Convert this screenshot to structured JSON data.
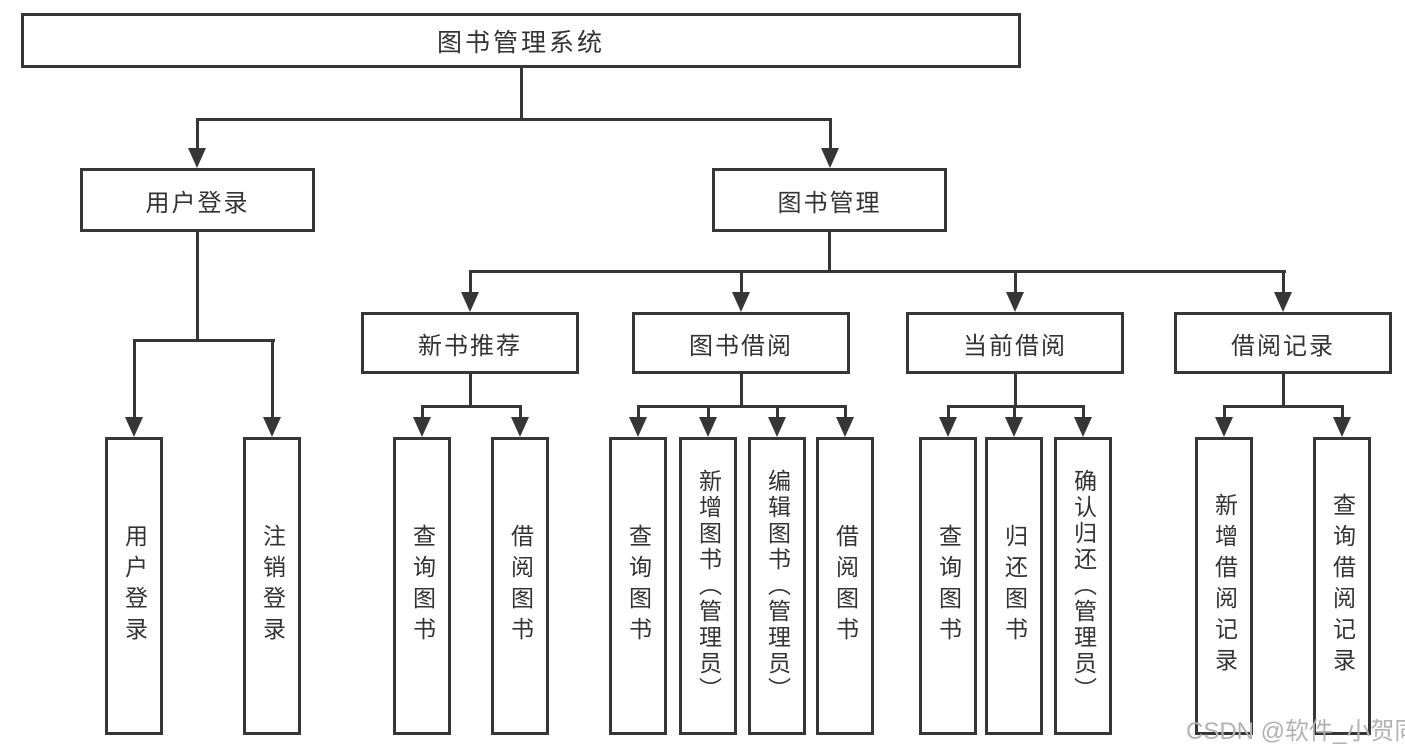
{
  "root": {
    "label": "图书管理系统"
  },
  "level2": {
    "user_login": {
      "label": "用户登录"
    },
    "book_mgmt": {
      "label": "图书管理"
    }
  },
  "level3": {
    "new_books": {
      "label": "新书推荐"
    },
    "book_borrow": {
      "label": "图书借阅"
    },
    "current_borrow": {
      "label": "当前借阅"
    },
    "borrow_records": {
      "label": "借阅记录"
    }
  },
  "leaves": {
    "user_login": [
      "用户登录",
      "注销登录"
    ],
    "new_books": [
      "查询图书",
      "借阅图书"
    ],
    "book_borrow": [
      "查询图书",
      "新增图书（管理员）",
      "编辑图书（管理员）",
      "借阅图书"
    ],
    "current_borrow": [
      "查询图书",
      "归还图书",
      "确认归还（管理员）"
    ],
    "borrow_records": [
      "新增借阅记录",
      "查询借阅记录"
    ]
  },
  "watermark": "CSDN @软件_小贺同学",
  "colors": {
    "line": "#363636",
    "text": "#333333",
    "watermark": "#b2b2b2",
    "background": "#ffffff"
  }
}
